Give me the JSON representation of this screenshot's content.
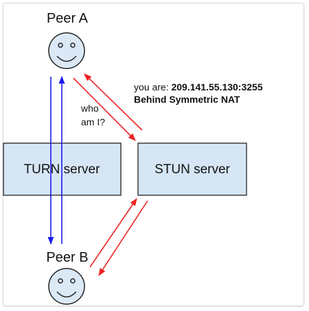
{
  "peers": {
    "a": {
      "label": "Peer A"
    },
    "b": {
      "label": "Peer B"
    }
  },
  "servers": {
    "turn": {
      "label": "TURN server"
    },
    "stun": {
      "label": "STUN server"
    }
  },
  "query": {
    "line1": "who",
    "line2": "am I?"
  },
  "response": {
    "prefix": "you are: ",
    "address": "209.141.55.130:3255",
    "nat": "Behind Symmetric NAT"
  },
  "colors": {
    "box_fill": "#d6e6f5",
    "box_stroke": "#222222",
    "face_fill": "#dbe9f7",
    "blue_arrow": "#1a1aee",
    "red_arrow": "#ee2222"
  }
}
